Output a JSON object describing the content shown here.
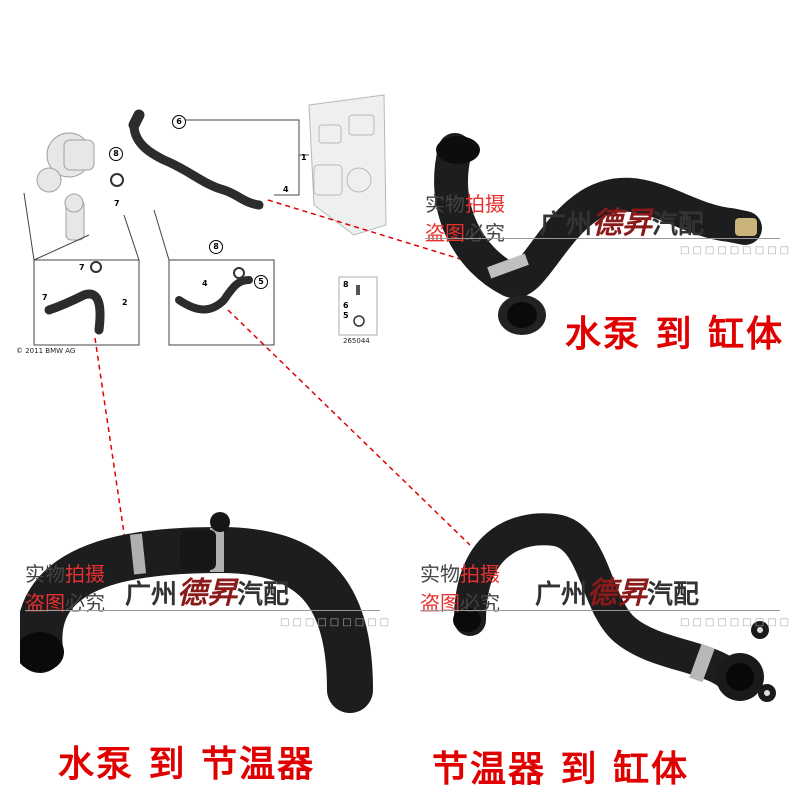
{
  "diagram": {
    "callouts": {
      "c1": "1",
      "c2": "2",
      "c4a": "4",
      "c4b": "4",
      "c5": "5",
      "c6": "6",
      "c7a": "7",
      "c7b": "7",
      "c7c": "7",
      "c8a": "8",
      "c8b": "8",
      "legend8": "8",
      "legend6": "6",
      "legend5": "5"
    },
    "copyright": "© 2011 BMW AG",
    "ref_number": "265044"
  },
  "watermark": {
    "line1": "实物",
    "line1_red": "拍摄",
    "line2_red": "盗图",
    "line2": "必究",
    "shop": "广州",
    "brand": "德昇",
    "suffix": "汽配"
  },
  "captions": {
    "top_right": "水泵 到 缸体",
    "bottom_left": "水泵 到 节温器",
    "bottom_right": "节温器 到 缸体"
  },
  "colors": {
    "caption": "#e00000",
    "guide_line": "#e00000",
    "hose": "#1b1d1e"
  }
}
